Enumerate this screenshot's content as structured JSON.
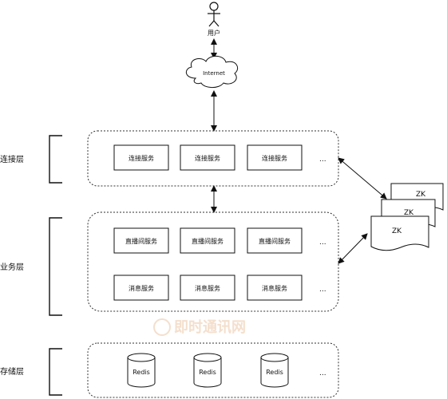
{
  "user": {
    "label": "用户",
    "icon": "stick-figure-user-icon"
  },
  "internet": {
    "label": "Internet",
    "icon": "cloud-icon"
  },
  "layers": {
    "connection": {
      "label": "连接层"
    },
    "business": {
      "label": "业务层"
    },
    "storage": {
      "label": "存储层"
    }
  },
  "connection_services": [
    "连接服务",
    "连接服务",
    "连接服务"
  ],
  "live_services": [
    "直播间服务",
    "直播间服务",
    "直播间服务"
  ],
  "message_services": [
    "消息服务",
    "消息服务",
    "消息服务"
  ],
  "redis_nodes": [
    "Redis",
    "Redis",
    "Redis"
  ],
  "ellipsis": "...",
  "zk_nodes": [
    "ZK",
    "ZK",
    "ZK"
  ],
  "watermark": {
    "text": "即时通讯网"
  },
  "colors": {
    "line": "#111111",
    "dashed_border": "#333333",
    "watermark": "#f3dcc8"
  }
}
